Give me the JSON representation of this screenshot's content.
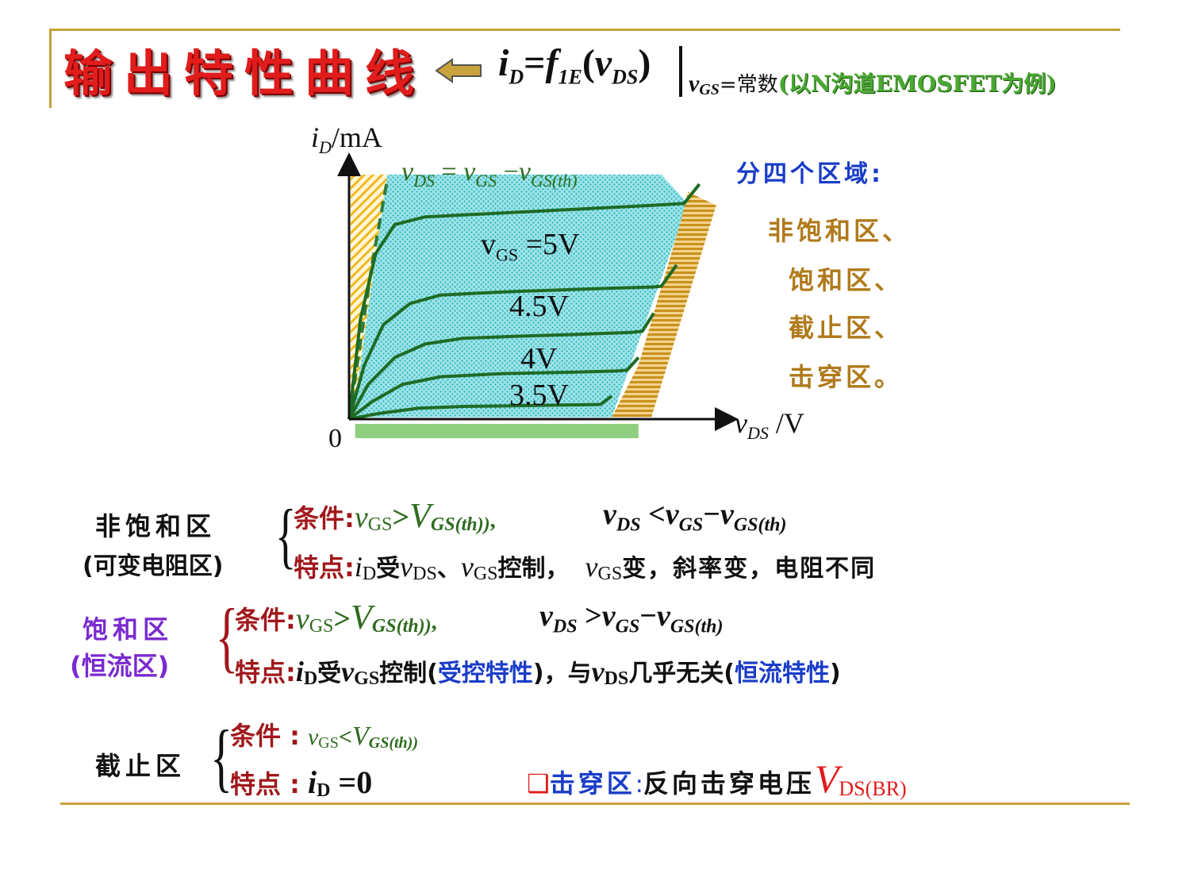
{
  "header": {
    "title": "输出特性曲线",
    "formula_lhs_i": "i",
    "formula_lhs_sub": "D",
    "formula_eq": "=",
    "formula_f": "f",
    "formula_f_sub": "1E",
    "formula_arg_open": "(",
    "formula_arg_v": "v",
    "formula_arg_sub": "DS",
    "formula_arg_close": ")",
    "cond_v": "v",
    "cond_sub": "GS",
    "cond_eq_text": "=常数",
    "note": "(以N沟道EMOSFET为例)"
  },
  "chart": {
    "y_axis_label_i": "i",
    "y_axis_label_sub": "D",
    "y_axis_label_unit": "/mA",
    "x_axis_label_v": "v",
    "x_axis_label_sub": "DS",
    "x_axis_label_unit": " /V",
    "origin_label": "0",
    "boundary_label_a": "v",
    "boundary_label_a_sub": "DS",
    "boundary_label_eq": " = ",
    "boundary_label_b": "v",
    "boundary_label_b_sub": "GS",
    "boundary_label_minus": " −",
    "boundary_label_c": "v",
    "boundary_label_c_sub": "GS(th)",
    "curve_label_top_v": "v",
    "curve_label_top_sub": "GS",
    "curve_label_top_val": " =5V",
    "curve_label_2": "4.5V",
    "curve_label_3": "4V",
    "curve_label_4": "3.5V"
  },
  "chart_data": {
    "type": "line",
    "title": "",
    "xlabel": "vDS /V",
    "ylabel": "iD/mA",
    "series": [
      {
        "name": "vGS =5V",
        "x": [
          0,
          0.15,
          0.35,
          0.6,
          1,
          2,
          3,
          4,
          4.4,
          4.6
        ],
        "y": [
          0,
          2.6,
          4.3,
          5.05,
          5.25,
          5.35,
          5.45,
          5.55,
          5.6,
          6.1
        ]
      },
      {
        "name": "4.5V",
        "x": [
          0,
          0.2,
          0.45,
          0.8,
          1.2,
          2,
          3,
          4,
          4.1,
          4.3
        ],
        "y": [
          0,
          1.4,
          2.45,
          3.0,
          3.22,
          3.3,
          3.37,
          3.43,
          3.45,
          4.0
        ]
      },
      {
        "name": "4V",
        "x": [
          0,
          0.25,
          0.6,
          1.0,
          1.5,
          2.2,
          3,
          3.7,
          3.85,
          4.0
        ],
        "y": [
          0,
          0.9,
          1.6,
          1.95,
          2.1,
          2.15,
          2.2,
          2.25,
          2.28,
          2.75
        ]
      },
      {
        "name": "3.5V",
        "x": [
          0,
          0.3,
          0.7,
          1.2,
          2,
          3,
          3.5,
          3.65,
          3.8
        ],
        "y": [
          0,
          0.45,
          0.9,
          1.1,
          1.18,
          1.22,
          1.25,
          1.27,
          1.6
        ]
      },
      {
        "name": "",
        "x": [
          0,
          0.4,
          0.9,
          1.5,
          2.3,
          3.0,
          3.3,
          3.45
        ],
        "y": [
          0,
          0.15,
          0.28,
          0.33,
          0.35,
          0.37,
          0.38,
          0.6
        ]
      }
    ],
    "boundary_curve": {
      "x": [
        0,
        0.15,
        0.3,
        0.5
      ],
      "y": [
        0,
        2.0,
        4.0,
        6.2
      ]
    },
    "xlim": [
      0,
      5
    ],
    "ylim": [
      0,
      6.8
    ],
    "grid": false
  },
  "regions": {
    "heading": "分四个区域:",
    "items": [
      "非饱和区、",
      "饱和区、",
      "截止区、",
      "击穿区。"
    ]
  },
  "bottom": {
    "nonsat": {
      "name": "非饱和区",
      "alt": "(可变电阻区)",
      "cond_label": "条件:",
      "cond_v1": "v",
      "cond_v1_sub": "GS",
      "cond_gt": ">",
      "cond_V": "V",
      "cond_V_sub": "GS(th))",
      "cond_sep": ",",
      "cond_v2": "v",
      "cond_v2_sub": "DS",
      "cond_lt": " <",
      "cond_v3": "v",
      "cond_v3_sub": "GS",
      "cond_minus": "−",
      "cond_v4": "v",
      "cond_v4_sub": "GS(th)",
      "feat_label": "特点:",
      "feat_i": "i",
      "feat_i_sub": "D",
      "feat_t1": "受",
      "feat_v1": "v",
      "feat_v1_sub": "DS",
      "feat_t2": "、",
      "feat_v2": "v",
      "feat_v2_sub": "GS",
      "feat_t3": "控制，",
      "feat_v3": "v",
      "feat_v3_sub": "GS",
      "feat_t4": "变，斜率变，电阻不同"
    },
    "sat": {
      "name": "饱和区",
      "alt": "(恒流区)",
      "cond_label": "条件:",
      "cond_v1": "v",
      "cond_v1_sub": "GS",
      "cond_gt": ">",
      "cond_V": "V",
      "cond_V_sub": "GS(th))",
      "cond_sep": ",",
      "cond_v2": "v",
      "cond_v2_sub": "DS",
      "cond_gt2": " >",
      "cond_v3": "v",
      "cond_v3_sub": "GS",
      "cond_minus": "−",
      "cond_v4": "v",
      "cond_v4_sub": "GS(th)",
      "feat_label": "特点:",
      "feat_i": "i",
      "feat_i_sub": "D",
      "feat_t1": "受",
      "feat_v1": "v",
      "feat_v1_sub": "GS",
      "feat_t2": "控制(",
      "feat_blue1": "受控特性",
      "feat_t3": ")，与",
      "feat_v2": "v",
      "feat_v2_sub": "DS",
      "feat_t4": "几乎无关(",
      "feat_blue2": "恒流特性",
      "feat_t5": ")"
    },
    "cutoff": {
      "name": "截止区",
      "cond_label": "条件 :",
      "cond_v1": "v",
      "cond_v1_sub": "GS",
      "cond_lt": "<",
      "cond_V": "V",
      "cond_V_sub": "GS(th))",
      "feat_label": "特点 :",
      "feat_i": "i",
      "feat_i_sub": "D",
      "feat_eq": " =0"
    },
    "breakdown": {
      "bullet": "❑",
      "name": "击穿区",
      "colon": ":",
      "text": "反向击穿电压",
      "V": "V",
      "V_sub": "DS(BR)"
    }
  },
  "colors": {
    "rule": "#c8a23a",
    "title_red": "#e01c1c",
    "olive": "#b07a1a",
    "dark_red": "#a0181c",
    "green": "#2e6b1e",
    "blue": "#1a3cc8",
    "purple": "#7a2ad0",
    "saturation_fill": "#3cc8d0",
    "breakdown_fill": "#d7a33a",
    "nonsat_fill": "#f0c020",
    "cutoff_fill": "#8fcf7f"
  }
}
